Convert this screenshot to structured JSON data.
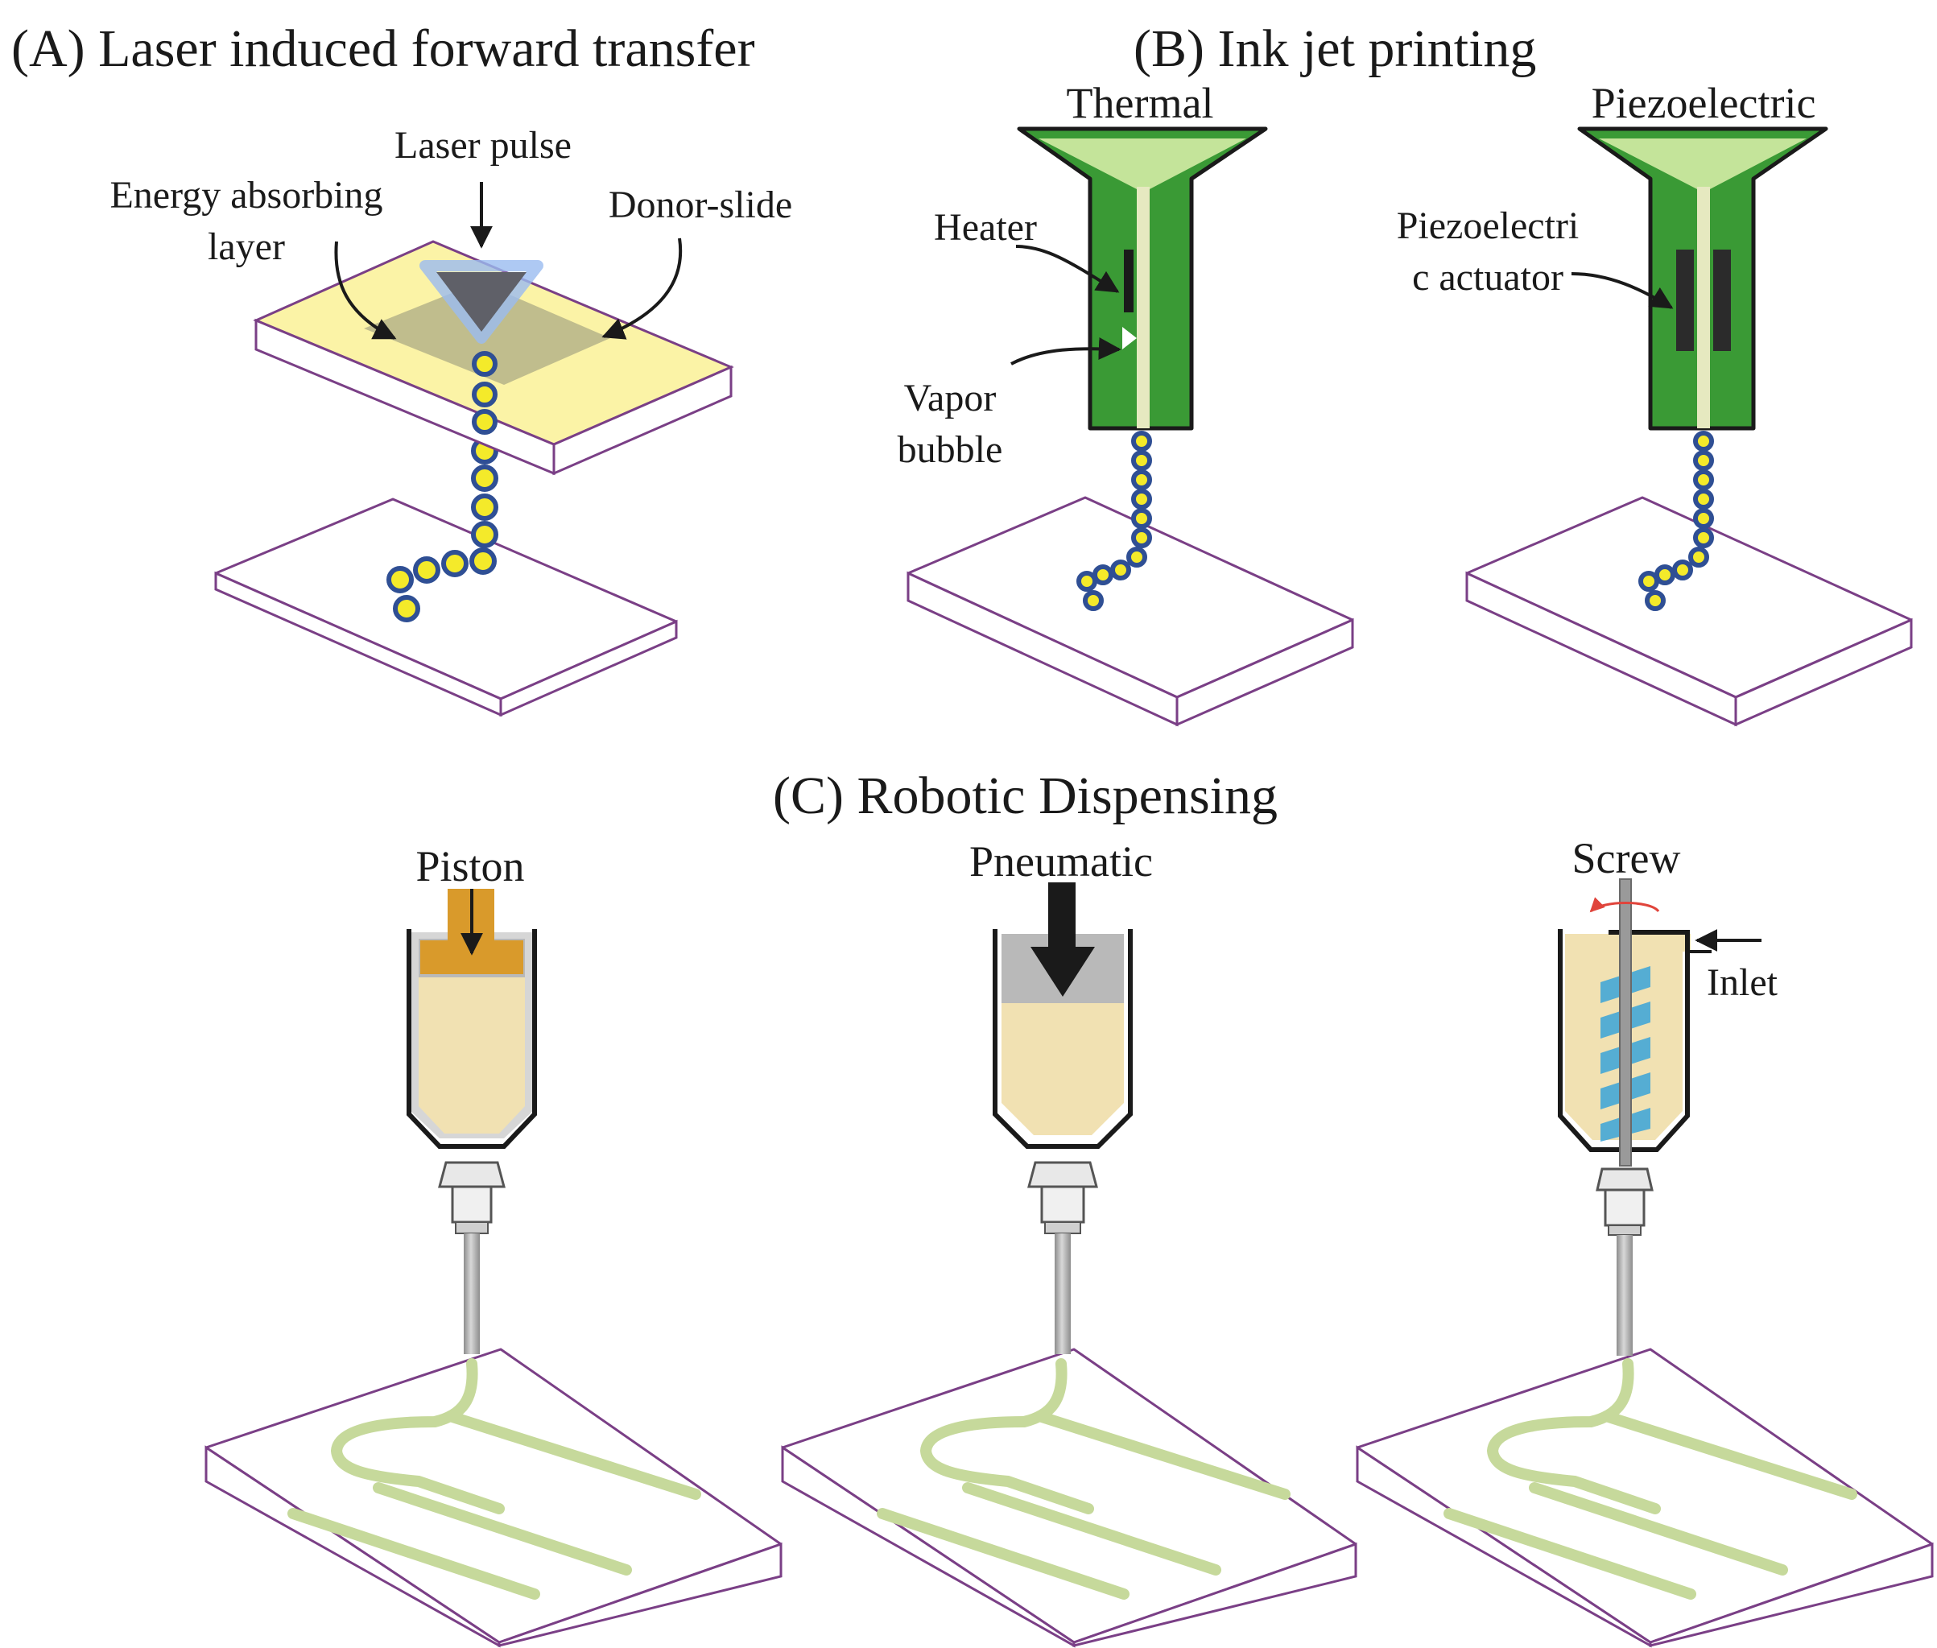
{
  "figure": {
    "panel_a": {
      "title": "(A) Laser induced forward transfer",
      "laser_label": "Laser pulse",
      "energy_label_line1": "Energy absorbing",
      "energy_label_line2": "layer",
      "donor_label": "Donor-slide"
    },
    "panel_b": {
      "title": "(B) Ink jet printing",
      "thermal_label": "Thermal",
      "piezo_label": "Piezoelectric",
      "heater_label": "Heater",
      "vapor_label_line1": "Vapor",
      "vapor_label_line2": "bubble",
      "actuator_label_line1": "Piezoelectri",
      "actuator_label_line2": "c actuator"
    },
    "panel_c": {
      "title": "(C) Robotic Dispensing",
      "piston_label": "Piston",
      "pneumatic_label": "Pneumatic",
      "screw_label": "Screw",
      "inlet_label": "Inlet"
    }
  },
  "colors": {
    "slide_outline": "#7a3f86",
    "donor_slide": "#fbf3a6",
    "droplet_fill": "#f4ea2a",
    "droplet_outline": "#2f4f94",
    "nozzle_green": "#3a9a35",
    "nozzle_light": "#9fd27a",
    "bioink": "#f1e1b2",
    "piston": "#d99a2b",
    "screw_blue": "#3aa3d8",
    "printed_trace": "#c6d99b"
  },
  "icons": [
    "arrow-down-icon",
    "rotation-arrow-icon",
    "droplet-icon"
  ]
}
